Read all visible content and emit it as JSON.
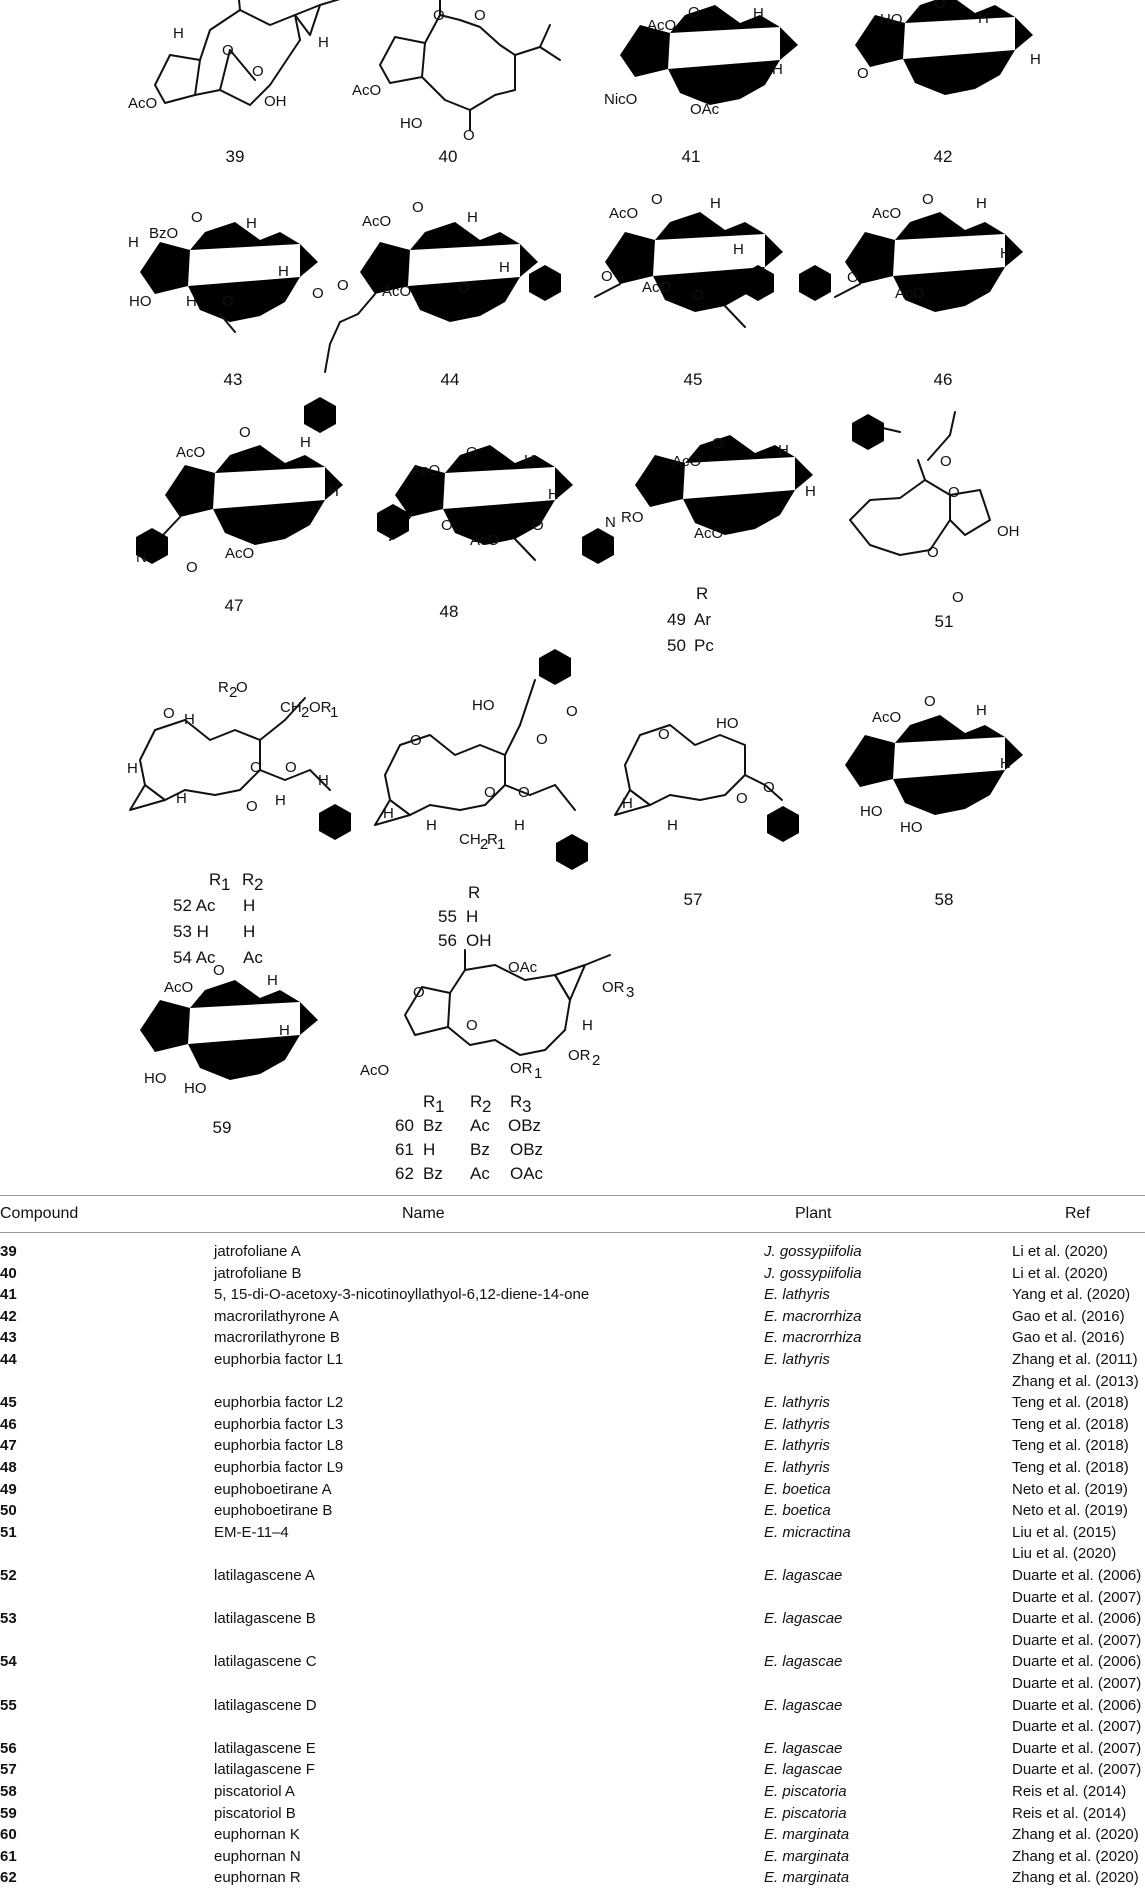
{
  "figure": {
    "labels": [
      "39",
      "40",
      "41",
      "42",
      "43",
      "44",
      "45",
      "46",
      "47",
      "48",
      "51",
      "57",
      "58",
      "59"
    ],
    "r_tables": {
      "t49": {
        "header": "R",
        "rows": [
          [
            "49",
            "Ar"
          ],
          [
            "50",
            "Pc"
          ]
        ]
      },
      "t52": {
        "header1": "R",
        "header1_sub": "1",
        "header2": "R",
        "header2_sub": "2",
        "rows": [
          [
            "52 Ac",
            "H"
          ],
          [
            "53 H",
            "H"
          ],
          [
            "54 Ac",
            "Ac"
          ]
        ]
      },
      "t55": {
        "header": "R",
        "rows": [
          [
            "55",
            "H"
          ],
          [
            "56",
            "OH"
          ]
        ]
      },
      "t60": {
        "headers": [
          "R",
          "R",
          "R"
        ],
        "subs": [
          "1",
          "2",
          "3"
        ],
        "rows": [
          [
            "60",
            "Bz",
            "Ac",
            "OBz"
          ],
          [
            "61",
            "H",
            "Bz",
            "OBz"
          ],
          [
            "62",
            "Bz",
            "Ac",
            "OAc"
          ]
        ]
      }
    },
    "atoms": {
      "AcO": "AcO",
      "NicO": "NicO",
      "OAc": "OAc",
      "OH": "OH",
      "HO": "HO",
      "BzO": "BzO",
      "H": "H",
      "O": "O",
      "N": "N",
      "RO": "RO",
      "R2O": "R",
      "R2sub": "2",
      "CH2OR1": "CH",
      "CH2sub": "2",
      "OR1": "OR",
      "OR1sub": "1",
      "CH2R1": "CH",
      "CH2R1sub": "2",
      "R1": "R",
      "R1sub": "1",
      "OR3": "OR",
      "OR3sub": "3",
      "OR2": "OR",
      "OR2sub": "2"
    }
  },
  "table": {
    "headers": {
      "compound": "Compound",
      "name": "Name",
      "plant": "Plant",
      "ref": "Ref"
    },
    "rows": [
      {
        "id": "39",
        "name": "jatrofoliane A",
        "plant": "J. gossypiifolia",
        "ref": [
          "Li et al. (2020)"
        ]
      },
      {
        "id": "40",
        "name": "jatrofoliane B",
        "plant": "J. gossypiifolia",
        "ref": [
          "Li et al. (2020)"
        ]
      },
      {
        "id": "41",
        "name": "5, 15-di-O-acetoxy-3-nicotinoyllathyol-6,12-diene-14-one",
        "plant": "E. lathyris",
        "ref": [
          "Yang et al. (2020)"
        ]
      },
      {
        "id": "42",
        "name": "macrorilathyrone A",
        "plant": "E. macrorrhiza",
        "ref": [
          "Gao et al. (2016)"
        ]
      },
      {
        "id": "43",
        "name": "macrorilathyrone B",
        "plant": "E. macrorrhiza",
        "ref": [
          "Gao et al. (2016)"
        ]
      },
      {
        "id": "44",
        "name": "euphorbia factor L1",
        "plant": "E. lathyris",
        "ref": [
          "Zhang et al. (2011)",
          "Zhang et al. (2013)"
        ]
      },
      {
        "id": "45",
        "name": "euphorbia factor L2",
        "plant": "E. lathyris",
        "ref": [
          "Teng et al. (2018)"
        ]
      },
      {
        "id": "46",
        "name": "euphorbia factor L3",
        "plant": "E. lathyris",
        "ref": [
          "Teng et al. (2018)"
        ]
      },
      {
        "id": "47",
        "name": "euphorbia factor L8",
        "plant": "E. lathyris",
        "ref": [
          "Teng et al. (2018)"
        ]
      },
      {
        "id": "48",
        "name": "euphorbia factor L9",
        "plant": "E. lathyris",
        "ref": [
          "Teng et al. (2018)"
        ]
      },
      {
        "id": "49",
        "name": "euphoboetirane A",
        "plant": "E. boetica",
        "ref": [
          "Neto et al. (2019)"
        ]
      },
      {
        "id": "50",
        "name": "euphoboetirane B",
        "plant": "E. boetica",
        "ref": [
          "Neto et al. (2019)"
        ]
      },
      {
        "id": "51",
        "name": "EM-E-11–4",
        "plant": "E. micractina",
        "ref": [
          "Liu et al. (2015)",
          "Liu et al. (2020)"
        ]
      },
      {
        "id": "52",
        "name": "latilagascene A",
        "plant": "E. lagascae",
        "ref": [
          "Duarte et al. (2006)",
          "Duarte et al. (2007)"
        ]
      },
      {
        "id": "53",
        "name": "latilagascene B",
        "plant": "E. lagascae",
        "ref": [
          "Duarte et al. (2006)",
          "Duarte et al. (2007)"
        ]
      },
      {
        "id": "54",
        "name": "latilagascene C",
        "plant": "E. lagascae",
        "ref": [
          "Duarte et al. (2006)",
          "Duarte et al. (2007)"
        ]
      },
      {
        "id": "55",
        "name": "latilagascene D",
        "plant": "E. lagascae",
        "ref": [
          "Duarte et al. (2006)",
          "Duarte et al. (2007)"
        ]
      },
      {
        "id": "56",
        "name": "latilagascene E",
        "plant": "E. lagascae",
        "ref": [
          "Duarte et al. (2007)"
        ]
      },
      {
        "id": "57",
        "name": "latilagascene F",
        "plant": "E. lagascae",
        "ref": [
          "Duarte et al. (2007)"
        ]
      },
      {
        "id": "58",
        "name": "piscatoriol A",
        "plant": "E. piscatoria",
        "ref": [
          "Reis et al. (2014)"
        ]
      },
      {
        "id": "59",
        "name": "piscatoriol B",
        "plant": "E. piscatoria",
        "ref": [
          "Reis et al. (2014)"
        ]
      },
      {
        "id": "60",
        "name": "euphornan K",
        "plant": "E. marginata",
        "ref": [
          "Zhang et al. (2020)"
        ]
      },
      {
        "id": "61",
        "name": "euphornan N",
        "plant": "E. marginata",
        "ref": [
          "Zhang et al. (2020)"
        ]
      },
      {
        "id": "62",
        "name": "euphornan R",
        "plant": "E. marginata",
        "ref": [
          "Zhang et al. (2020)"
        ]
      }
    ]
  }
}
